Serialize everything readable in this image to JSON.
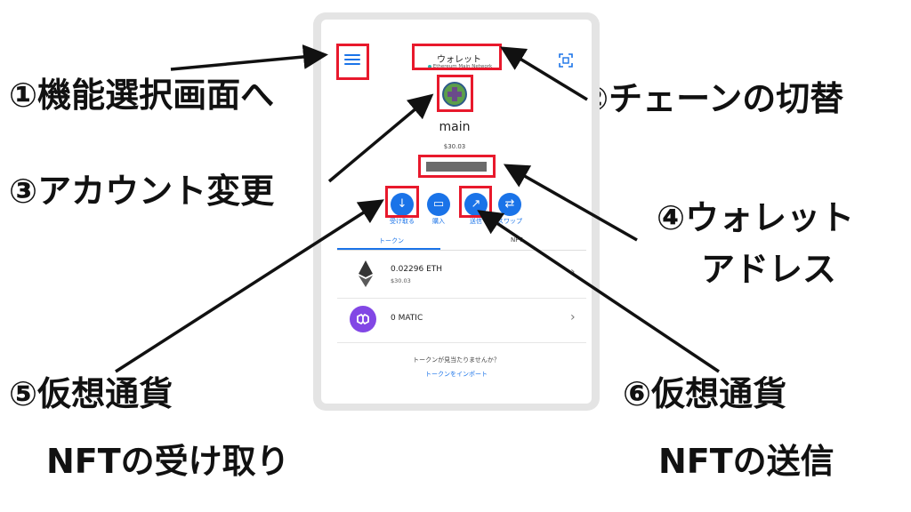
{
  "annotations": {
    "a1": "①機能選択画面へ",
    "a2": "②チェーンの切替",
    "a3": "③アカウント変更",
    "a4_line1": "④ウォレット",
    "a4_line2": "アドレス",
    "a5_line1": "⑤仮想通貨",
    "a5_line2": "NFTの受け取り",
    "a6_line1": "⑥仮想通貨",
    "a6_line2": "NFTの送信"
  },
  "wallet": {
    "title": "ウォレット",
    "network": "Ethereum Main Network",
    "account_name": "main",
    "balance": "$30.03"
  },
  "actions": {
    "receive": "受け取る",
    "buy": "購入",
    "send": "送信",
    "swap": "スワップ"
  },
  "tabs": {
    "tokens": "トークン",
    "nft": "NFT"
  },
  "tokens": [
    {
      "amount": "0.02296 ETH",
      "usd": "$30.03",
      "icon": "ethereum-icon"
    },
    {
      "amount": "0 MATIC",
      "usd": "",
      "icon": "polygon-icon"
    }
  ],
  "footer": {
    "question": "トークンが見当たりませんか？",
    "import_link": "トークンをインポート"
  },
  "colors": {
    "accent": "#1a73e8",
    "highlight": "#e8192c",
    "matic": "#8247e5"
  }
}
